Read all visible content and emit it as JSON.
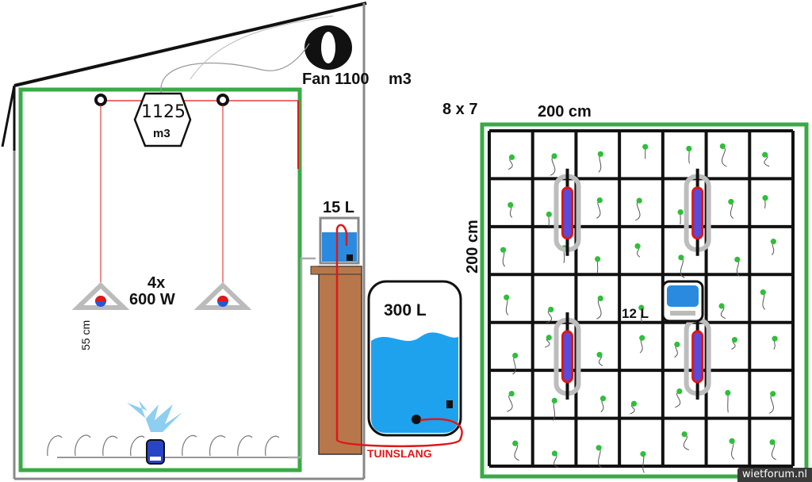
{
  "room": {
    "fan_label": "Fan 1100",
    "fan_unit": "m3",
    "filter_value": "1125",
    "filter_unit": "m3",
    "lamps_count": "4x",
    "lamps_power": "600 W",
    "height_label": "55 cm"
  },
  "reservoirs": {
    "small": "15 L",
    "large": "300 L",
    "hose": "TUINSLANG"
  },
  "plan": {
    "grid_label": "8 x 7",
    "width_label": "200 cm",
    "height_label": "200 cm",
    "center_tank": "12 L",
    "cols": 7,
    "rows": 7
  },
  "watermark": "wietforum.nl",
  "colors": {
    "tent": "#3aaa46",
    "pipe": "#e01818",
    "water": "#1e8fe0",
    "wood": "#b8774a",
    "grid": "#111111",
    "plant": "#2fbf3a",
    "lamp_tube": "#5a4bd8"
  }
}
